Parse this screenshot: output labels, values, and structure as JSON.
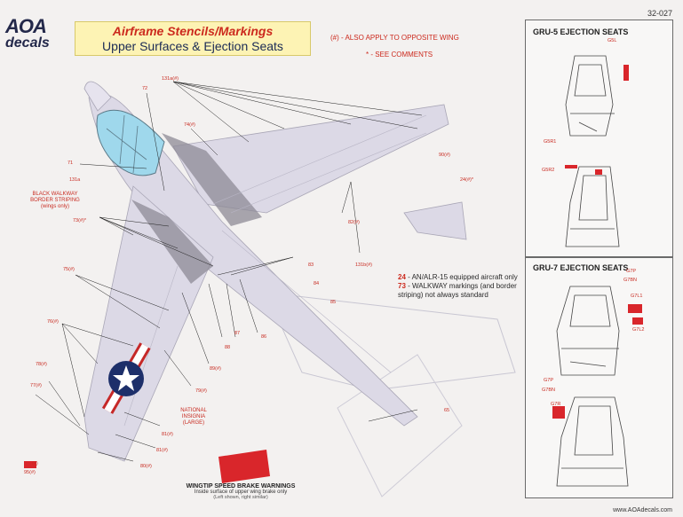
{
  "sheet_code": "32-027",
  "logo": {
    "line1": "AOA",
    "line2": "decals"
  },
  "title": {
    "line1": "Airframe Stencils/Markings",
    "line2": "Upper Surfaces & Ejection Seats"
  },
  "legend": {
    "opposite_wing": "(#) - ALSO APPLY TO OPPOSITE WING",
    "see_comments": "* - SEE COMMENTS"
  },
  "comments": {
    "c24_num": "24",
    "c24_text": " - AN/ALR-15 equipped aircraft only",
    "c73_num": "73",
    "c73_text": " - WALKWAY markings (and border striping) not always standard"
  },
  "panels": {
    "gru5": {
      "title": "GRU-5 EJECTION SEATS",
      "labels": [
        "G5L",
        "G5R1",
        "G5R2"
      ]
    },
    "gru7": {
      "title": "GRU-7 EJECTION SEATS",
      "labels": [
        "G7P",
        "G7BN",
        "G7L1",
        "G7L2",
        "G7P",
        "G7BN",
        "G7R"
      ]
    }
  },
  "callouts": {
    "c72": "72",
    "c131a_top": "131a(#)",
    "c74": "74(#)",
    "c71": "71",
    "c131a_left": "131a",
    "black_walkway": "BLACK WALKWAY BORDER STRIPING (wings only)",
    "c73": "73(#)*",
    "c90": "90(#)",
    "c24": "24(#)*",
    "c82": "82(#)",
    "c131b": "131b(#)",
    "c83": "83",
    "c84": "84",
    "c85": "85",
    "c75": "75(#)",
    "c76": "76(#)",
    "c87": "87",
    "c86": "86",
    "c88": "88",
    "c89": "89(#)",
    "c78": "78(#)",
    "c77": "77(#)",
    "c79": "79(#)",
    "national_insignia": "NATIONAL INSIGNIA (LARGE)",
    "c81": "81(#)",
    "c80": "80(#)",
    "c65": "65",
    "small_stencil": "(#)",
    "small_stencil_2": "95(#)"
  },
  "speed_brake": {
    "title": "WINGTIP SPEED BRAKE WARNINGS",
    "line2": "Inside surface of upper wing brake only",
    "line3": "(Left shown, right similar)"
  },
  "footer_url": "www.AOAdecals.com",
  "colors": {
    "title_red": "#cc2a1e",
    "title_navy": "#1a2a55",
    "title_bg": "#fdf3b4",
    "airframe": "#dcd9e6",
    "canopy": "#9fd8ec",
    "walkway": "#8d8a95",
    "insignia_blue": "#1d2f6a",
    "insignia_red": "#c62828",
    "speed_brake_red": "#d9262b"
  }
}
